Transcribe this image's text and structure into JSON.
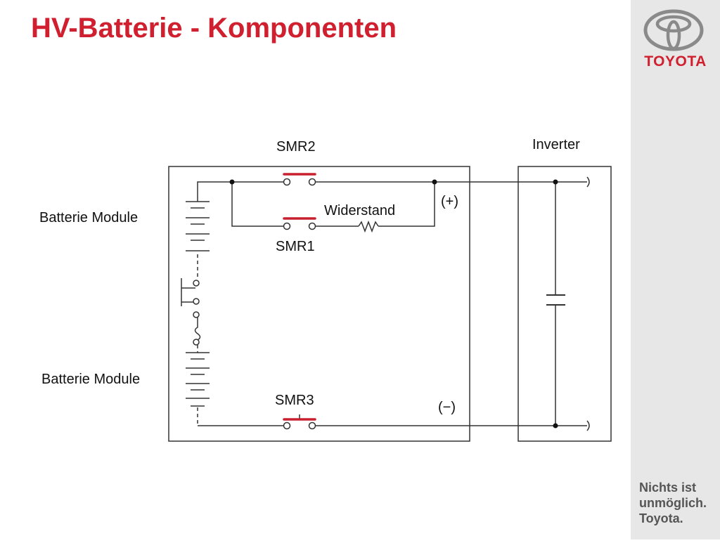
{
  "slide": {
    "title": "HV-Batterie - Komponenten"
  },
  "brand": {
    "name": "TOYOTA",
    "logo_icon": "toyota-logo-icon",
    "slogan_lines": [
      "Nichts ist",
      "unmöglich.",
      "Toyota."
    ],
    "accent_color": "#d0202f"
  },
  "diagram": {
    "labels": {
      "smr2": "SMR2",
      "smr1": "SMR1",
      "smr3": "SMR3",
      "inverter": "Inverter",
      "resistor": "Widerstand",
      "plus": "(+)",
      "minus": "(−)",
      "battery_module_top": "Batterie Module",
      "battery_module_bottom": "Batterie Module"
    },
    "relay_color": "#c8202f",
    "line_color": "#333333"
  }
}
